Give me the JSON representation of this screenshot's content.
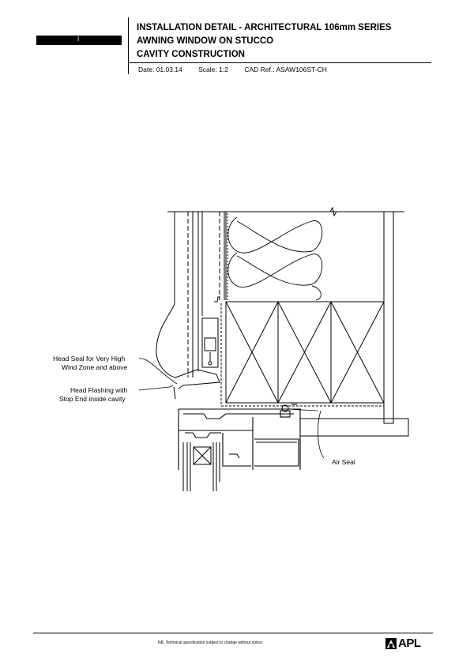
{
  "header": {
    "tab_text": "I",
    "title_lines": [
      "INSTALLATION DETAIL - ARCHITECTURAL 106mm SERIES",
      "AWNING WINDOW ON STUCCO",
      "CAVITY CONSTRUCTION"
    ],
    "date": "Date: 01.03.14",
    "scale": "Scale: 1:2",
    "cad_ref": "CAD Ref.: ASAW106ST-CH"
  },
  "labels": {
    "head_seal_1": "Head Seal for Very High",
    "head_seal_2": "Wind Zone and above",
    "head_flashing_1": "Head Flashing with",
    "head_flashing_2": "Stop End inside cavity",
    "air_seal": "Air Seal"
  },
  "footer": {
    "note": "NB. Technical specification subject to change without notice.",
    "logo_text": "APL"
  }
}
